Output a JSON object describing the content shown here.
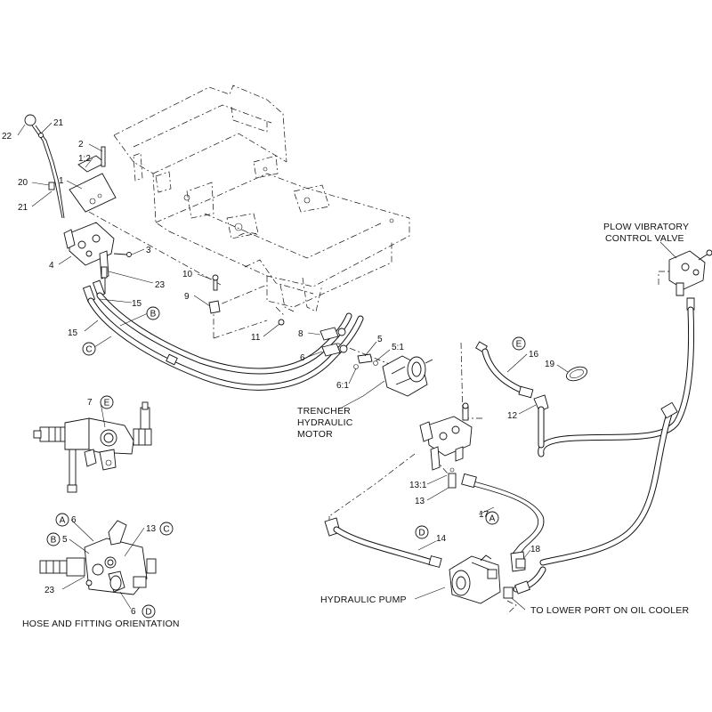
{
  "callouts": [
    {
      "id": "c22",
      "text": "22"
    },
    {
      "id": "c21a",
      "text": "21"
    },
    {
      "id": "c20",
      "text": "20"
    },
    {
      "id": "c21b",
      "text": "21"
    },
    {
      "id": "c12a",
      "text": "1:2"
    },
    {
      "id": "c1",
      "text": "1"
    },
    {
      "id": "c2",
      "text": "2"
    },
    {
      "id": "c3",
      "text": "3"
    },
    {
      "id": "c4",
      "text": "4"
    },
    {
      "id": "c23a",
      "text": "23"
    },
    {
      "id": "c10",
      "text": "10"
    },
    {
      "id": "c9",
      "text": "9"
    },
    {
      "id": "c15a",
      "text": "15"
    },
    {
      "id": "c15b",
      "text": "15"
    },
    {
      "id": "c11",
      "text": "11"
    },
    {
      "id": "c8",
      "text": "8"
    },
    {
      "id": "c6a",
      "text": "6"
    },
    {
      "id": "c5a",
      "text": "5"
    },
    {
      "id": "c51",
      "text": "5:1"
    },
    {
      "id": "c61",
      "text": "6:1"
    },
    {
      "id": "c7",
      "text": "7"
    },
    {
      "id": "c16",
      "text": "16"
    },
    {
      "id": "c19",
      "text": "19"
    },
    {
      "id": "c12b",
      "text": "12"
    },
    {
      "id": "c131",
      "text": "13:1"
    },
    {
      "id": "c13a",
      "text": "13"
    },
    {
      "id": "c17",
      "text": "17"
    },
    {
      "id": "c14",
      "text": "14"
    },
    {
      "id": "c18",
      "text": "18"
    },
    {
      "id": "c6b",
      "text": "6"
    },
    {
      "id": "c5b",
      "text": "5"
    },
    {
      "id": "c13b",
      "text": "13"
    },
    {
      "id": "c23b",
      "text": "23"
    },
    {
      "id": "c6c",
      "text": "6"
    }
  ],
  "letters": [
    {
      "id": "lB1",
      "text": "B"
    },
    {
      "id": "lC1",
      "text": "C"
    },
    {
      "id": "lE1",
      "text": "E"
    },
    {
      "id": "lE2",
      "text": "E"
    },
    {
      "id": "lA1",
      "text": "A"
    },
    {
      "id": "lD1",
      "text": "D"
    },
    {
      "id": "lA2",
      "text": "A"
    },
    {
      "id": "lB2",
      "text": "B"
    },
    {
      "id": "lC2",
      "text": "C"
    },
    {
      "id": "lD2",
      "text": "D"
    }
  ],
  "labels": {
    "plow_line1": "PLOW VIBRATORY",
    "plow_line2": "CONTROL VALVE",
    "trencher_line1": "TRENCHER",
    "trencher_line2": "HYDRAULIC",
    "trencher_line3": "MOTOR",
    "pump": "HYDRAULIC PUMP",
    "oil_cooler": "TO LOWER PORT ON OIL COOLER",
    "orientation": "HOSE AND FITTING ORIENTATION"
  }
}
